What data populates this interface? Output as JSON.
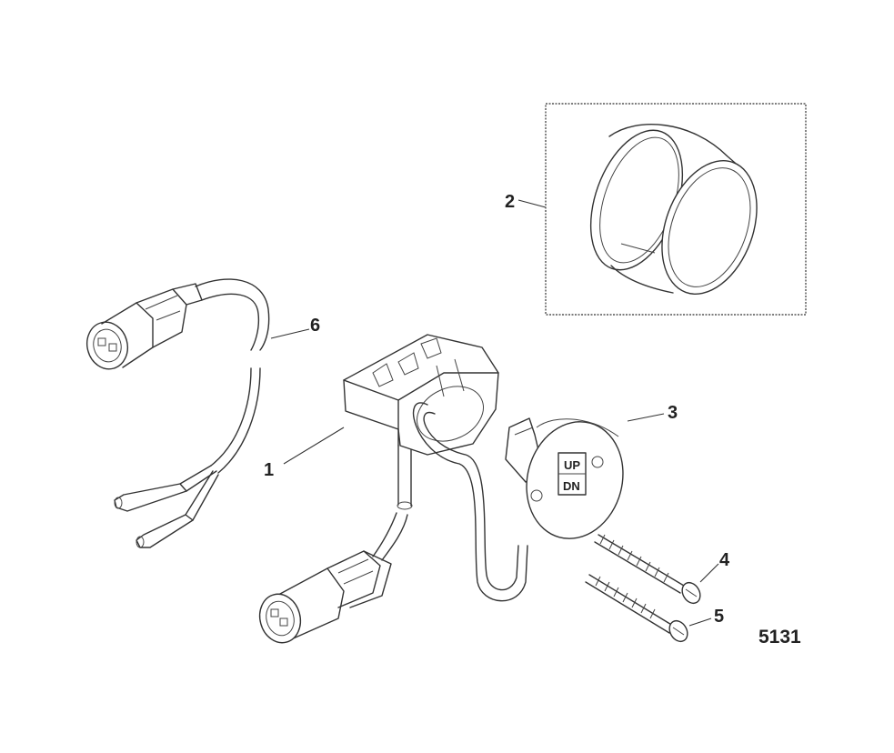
{
  "figure_number": "5131",
  "callouts": [
    {
      "id": "1",
      "label": "1"
    },
    {
      "id": "2",
      "label": "2"
    },
    {
      "id": "3",
      "label": "3"
    },
    {
      "id": "4",
      "label": "4"
    },
    {
      "id": "5",
      "label": "5"
    },
    {
      "id": "6",
      "label": "6"
    }
  ],
  "switch_labels": {
    "up": "UP",
    "dn": "DN"
  }
}
